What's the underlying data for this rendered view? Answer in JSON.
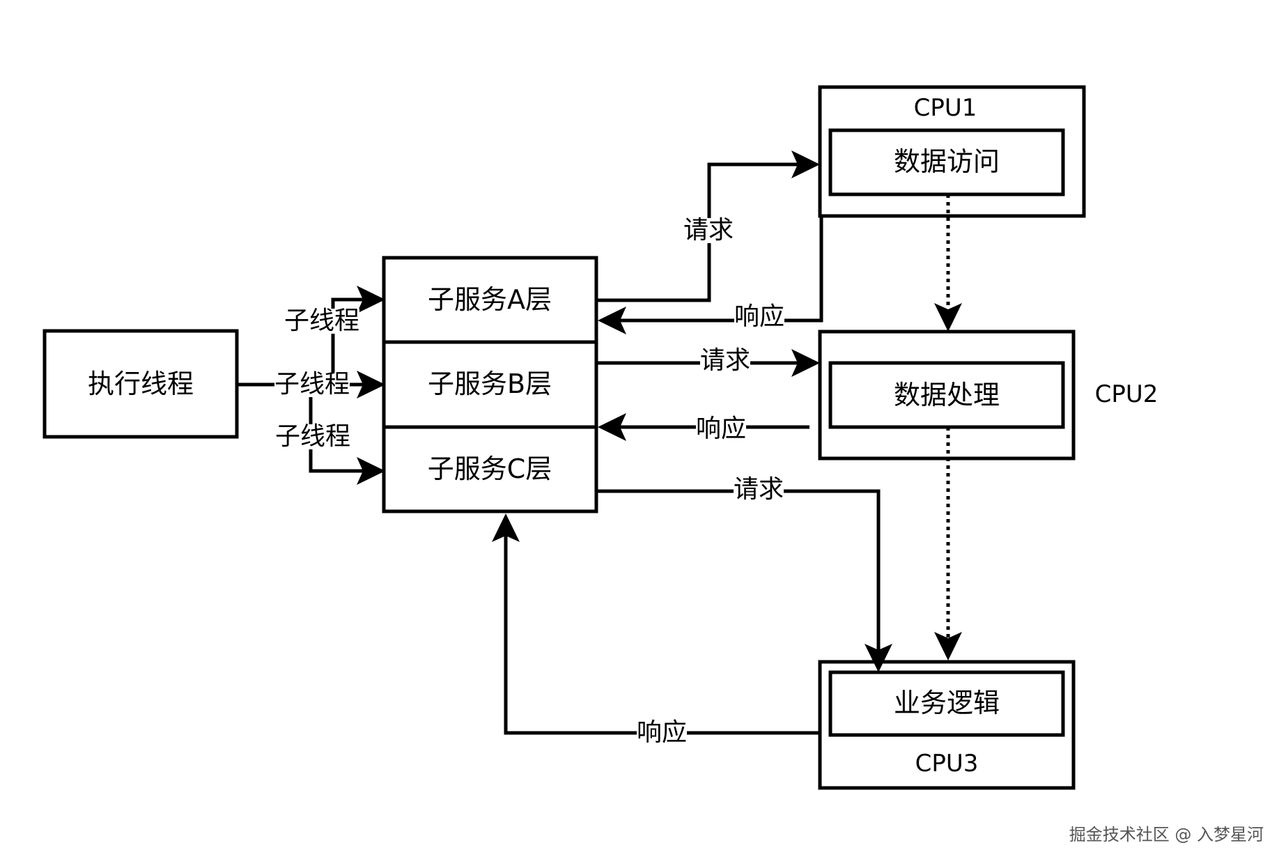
{
  "nodes": {
    "exec_thread": "执行线程",
    "layer_a": "子服务A层",
    "layer_b": "子服务B层",
    "layer_c": "子服务C层",
    "cpu1_label": "CPU1",
    "cpu1_task": "数据访问",
    "cpu2_label": "CPU2",
    "cpu2_task": "数据处理",
    "cpu3_label": "CPU3",
    "cpu3_task": "业务逻辑"
  },
  "edges": {
    "thread_a": "子线程",
    "thread_b": "子线程",
    "thread_c": "子线程",
    "req_a": "请求",
    "resp_a": "响应",
    "req_b": "请求",
    "resp_b": "响应",
    "req_c": "请求",
    "resp_c": "响应"
  },
  "watermark": "掘金技术社区 @ 入梦星河"
}
